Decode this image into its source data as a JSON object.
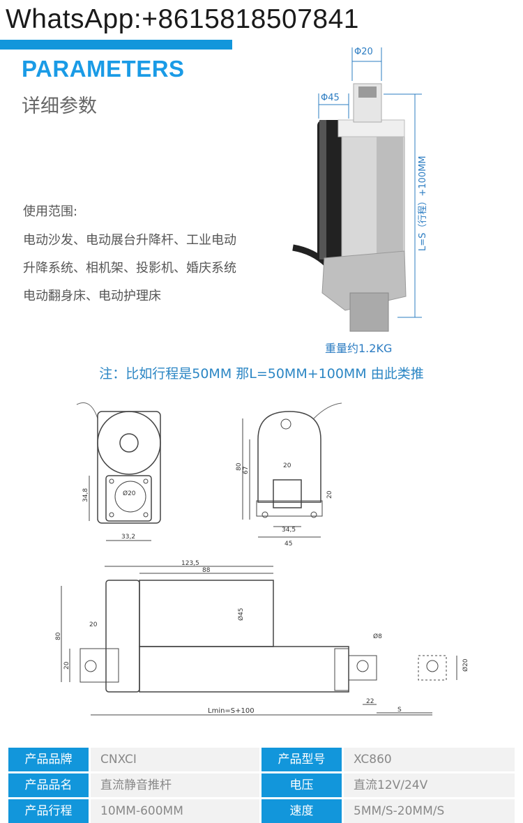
{
  "header": {
    "whatsapp": "WhatsApp:+8615818507841"
  },
  "section": {
    "title": "PARAMETERS",
    "subtitle": "详细参数"
  },
  "usage": {
    "label": "使用范围:",
    "lines": [
      "电动沙发、电动展台升降杆、工业电动",
      "升降系统、相机架、投影机、婚庆系统",
      "电动翻身床、电动护理床"
    ]
  },
  "photo": {
    "dim_top": "Φ20",
    "dim_body": "Φ45",
    "dim_length": "L=S（行程）+100MM",
    "weight": "重量约1.2KG"
  },
  "note": "注：比如行程是50MM  那L=50MM+100MM  由此类推",
  "drawings": {
    "front": {
      "d1": "34,8",
      "d2": "33,2",
      "d3": "Ø20"
    },
    "back": {
      "d1": "80",
      "d2": "67",
      "d3": "20",
      "d4": "20",
      "d5": "34,5",
      "d6": "45"
    },
    "side": {
      "d1": "123,5",
      "d2": "88",
      "d3": "Ø45",
      "d4": "80",
      "d5": "20",
      "d6": "20",
      "d7": "Ø8",
      "d8": "22",
      "d9": "S",
      "d10": "Ø20",
      "d11": "Lmin=S+100"
    }
  },
  "spec": {
    "rows": [
      [
        {
          "k": "产品品牌",
          "v": "CNXCI"
        },
        {
          "k": "产品型号",
          "v": "XC860"
        }
      ],
      [
        {
          "k": "产品品名",
          "v": "直流静音推杆"
        },
        {
          "k": "电压",
          "v": "直流12V/24V"
        }
      ],
      [
        {
          "k": "产品行程",
          "v": "10MM-600MM"
        },
        {
          "k": "速度",
          "v": "5MM/S-20MM/S"
        }
      ]
    ]
  },
  "colors": {
    "accent": "#1296db",
    "title": "#1a9be6",
    "dim": "#2b7cc2"
  }
}
